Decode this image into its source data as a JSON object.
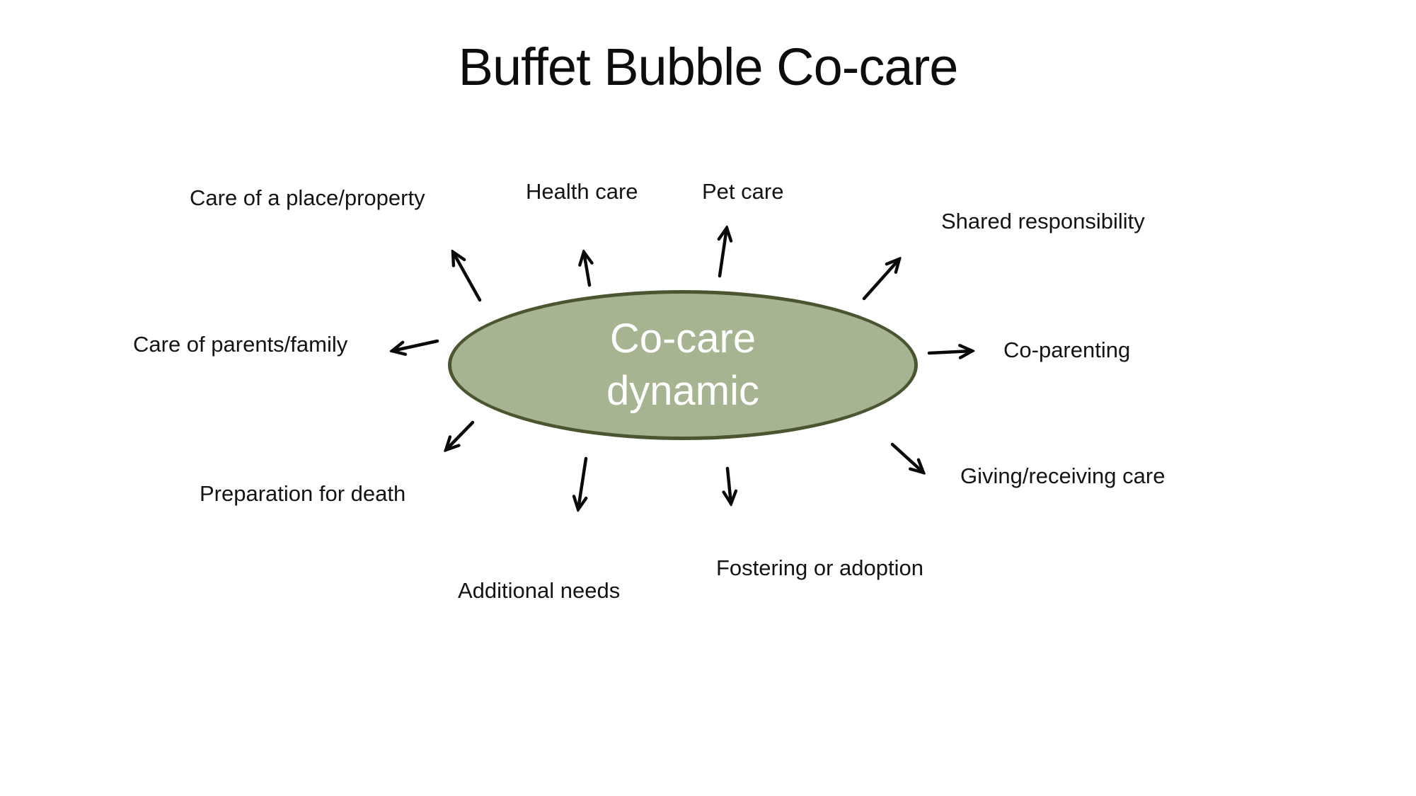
{
  "title": "Buffet Bubble Co-care",
  "diagram": {
    "center": {
      "line1": "Co-care",
      "line2": "dynamic"
    },
    "colors": {
      "ellipse_fill": "#a6b492",
      "ellipse_border": "#4b5631",
      "arrow": "#0a0a0a",
      "center_text": "#ffffff",
      "label_text": "#141414",
      "background": "#ffffff"
    },
    "labels": [
      {
        "id": "care-of-place",
        "text": "Care of a place/property",
        "arrow_direction": "up-left"
      },
      {
        "id": "health-care",
        "text": "Health care",
        "arrow_direction": "up"
      },
      {
        "id": "pet-care",
        "text": "Pet care",
        "arrow_direction": "up"
      },
      {
        "id": "shared-responsibility",
        "text": "Shared responsibility",
        "arrow_direction": "up-right"
      },
      {
        "id": "co-parenting",
        "text": "Co-parenting",
        "arrow_direction": "right"
      },
      {
        "id": "care-of-parents",
        "text": "Care of parents/family",
        "arrow_direction": "left"
      },
      {
        "id": "preparation-for-death",
        "text": "Preparation for death",
        "arrow_direction": "down-left"
      },
      {
        "id": "giving-receiving-care",
        "text": "Giving/receiving care",
        "arrow_direction": "down-right"
      },
      {
        "id": "additional-needs",
        "text": "Additional needs",
        "arrow_direction": "down"
      },
      {
        "id": "fostering-or-adoption",
        "text": "Fostering or adoption",
        "arrow_direction": "down"
      }
    ]
  }
}
